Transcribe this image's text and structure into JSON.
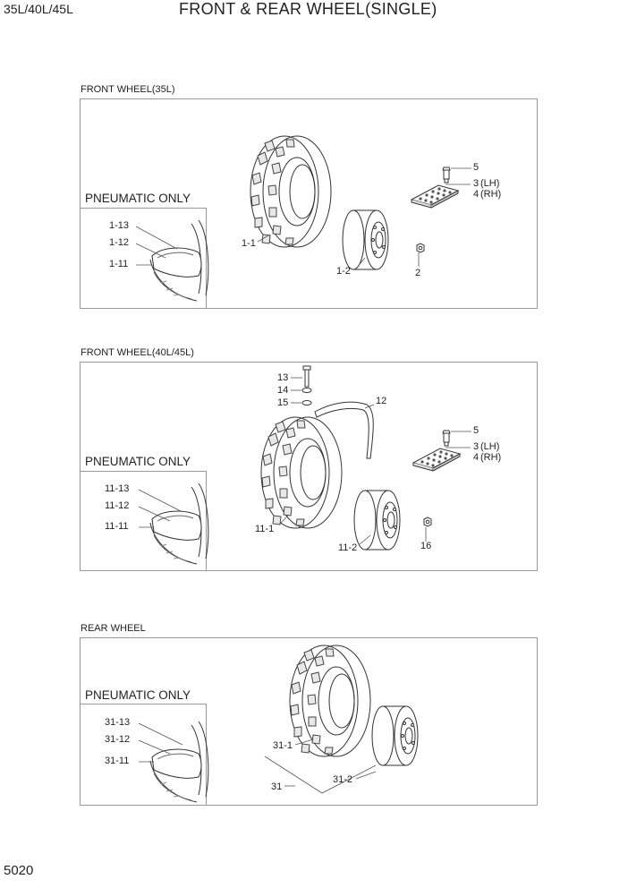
{
  "header": {
    "model": "35L/40L/45L",
    "title": "FRONT & REAR WHEEL(SINGLE)"
  },
  "footer": {
    "page_number": "5020"
  },
  "sections": [
    {
      "title": "FRONT WHEEL(35L)",
      "pneumatic_label": "PNEUMATIC ONLY",
      "labels": [
        "1-13",
        "1-12",
        "1-11",
        "1-1",
        "1-2",
        "2",
        "5",
        "3",
        "(LH)",
        "4",
        "(RH)"
      ]
    },
    {
      "title": "FRONT WHEEL(40L/45L)",
      "pneumatic_label": "PNEUMATIC ONLY",
      "labels": [
        "11-13",
        "11-12",
        "11-11",
        "11-1",
        "11-2",
        "16",
        "5",
        "3",
        "(LH)",
        "4",
        "(RH)",
        "13",
        "14",
        "15",
        "12"
      ]
    },
    {
      "title": "REAR WHEEL",
      "pneumatic_label": "PNEUMATIC ONLY",
      "labels": [
        "31-13",
        "31-12",
        "31-11",
        "31-1",
        "31-2",
        "31"
      ]
    }
  ]
}
